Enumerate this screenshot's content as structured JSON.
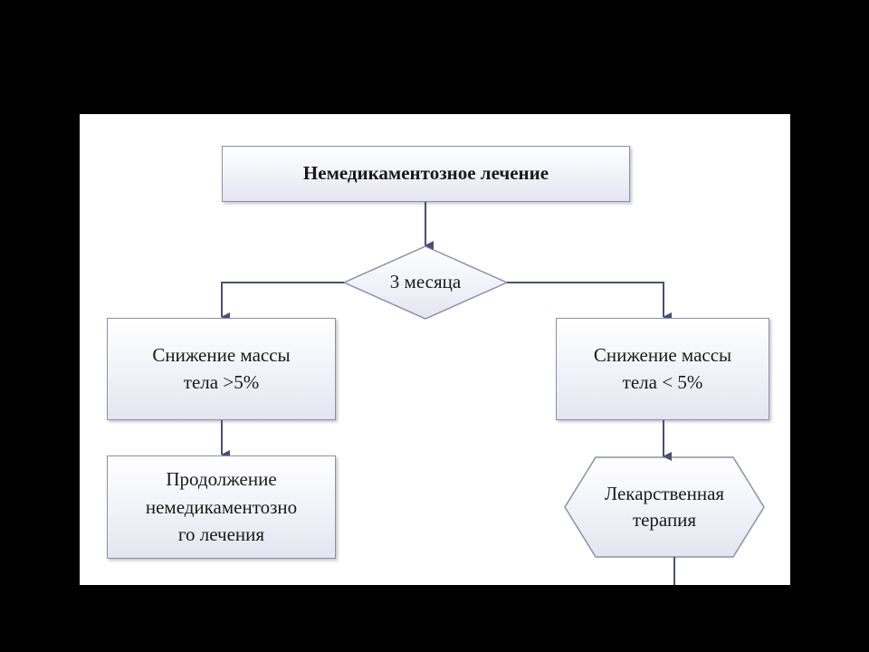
{
  "flowchart": {
    "start": {
      "text": "Немедикаментозное лечение"
    },
    "decision": {
      "text": "3 месяца"
    },
    "left_branch": {
      "line1": "Снижение массы",
      "line2": "тела >5%"
    },
    "right_branch": {
      "line1": "Снижение массы",
      "line2": "тела < 5%"
    },
    "continuation": {
      "line1": "Продолжение",
      "line2": "немедикаментозно",
      "line3": "го лечения"
    },
    "drug_therapy": {
      "line1": "Лекарственная",
      "line2": "терапия"
    }
  },
  "colors": {
    "frame": "#000000",
    "canvas": "#ffffff",
    "box_border": "#8c8fae",
    "connector": "#4a4e78"
  }
}
